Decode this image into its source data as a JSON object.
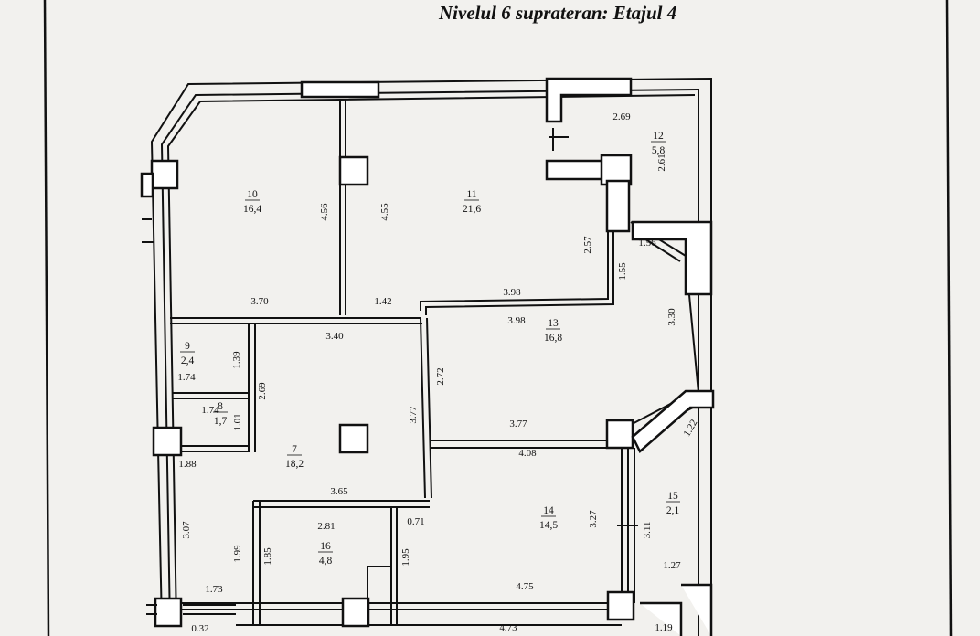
{
  "title": "Nivelul 6 suprateran: Etajul 4",
  "rooms": [
    {
      "number": "10",
      "area": "16,4"
    },
    {
      "number": "11",
      "area": "21,6"
    },
    {
      "number": "12",
      "area": "5,8"
    },
    {
      "number": "9",
      "area": "2,4"
    },
    {
      "number": "8",
      "area": "1,7"
    },
    {
      "number": "7",
      "area": "18,2"
    },
    {
      "number": "13",
      "area": "16,8"
    },
    {
      "number": "14",
      "area": "14,5"
    },
    {
      "number": "15",
      "area": "2,1"
    },
    {
      "number": "16",
      "area": "4,8"
    }
  ],
  "dimensions": [
    {
      "text": "2.69",
      "rot": 0
    },
    {
      "text": "2.61",
      "rot": -90
    },
    {
      "text": "4.56",
      "rot": -90
    },
    {
      "text": "4.55",
      "rot": -90
    },
    {
      "text": "2.57",
      "rot": -90
    },
    {
      "text": "1.56",
      "rot": 0
    },
    {
      "text": "1.55",
      "rot": -90
    },
    {
      "text": "3.70",
      "rot": 0
    },
    {
      "text": "1.42",
      "rot": 0
    },
    {
      "text": "3.98",
      "rot": 0
    },
    {
      "text": "3.98",
      "rot": 0
    },
    {
      "text": "3.30",
      "rot": -90
    },
    {
      "text": "3.40",
      "rot": 0
    },
    {
      "text": "1.39",
      "rot": -90
    },
    {
      "text": "1.74",
      "rot": 0
    },
    {
      "text": "2.69",
      "rot": -90
    },
    {
      "text": "2.72",
      "rot": -90
    },
    {
      "text": "1.74",
      "rot": 0
    },
    {
      "text": "1.01",
      "rot": -90
    },
    {
      "text": "3.77",
      "rot": -90
    },
    {
      "text": "3.77",
      "rot": 0
    },
    {
      "text": "1.22",
      "rot": -60
    },
    {
      "text": "1.88",
      "rot": 0
    },
    {
      "text": "4.08",
      "rot": 0
    },
    {
      "text": "3.65",
      "rot": 0
    },
    {
      "text": "2.81",
      "rot": 0
    },
    {
      "text": "0.71",
      "rot": 0
    },
    {
      "text": "3.27",
      "rot": -90
    },
    {
      "text": "3.11",
      "rot": -90
    },
    {
      "text": "3.07",
      "rot": -90
    },
    {
      "text": "1.99",
      "rot": -90
    },
    {
      "text": "1.85",
      "rot": -90
    },
    {
      "text": "1.95",
      "rot": -90
    },
    {
      "text": "1.27",
      "rot": 0
    },
    {
      "text": "1.73",
      "rot": 0
    },
    {
      "text": "4.75",
      "rot": 0
    },
    {
      "text": "4.73",
      "rot": 0
    },
    {
      "text": "1.19",
      "rot": 0
    },
    {
      "text": "0.32",
      "rot": 0
    }
  ]
}
